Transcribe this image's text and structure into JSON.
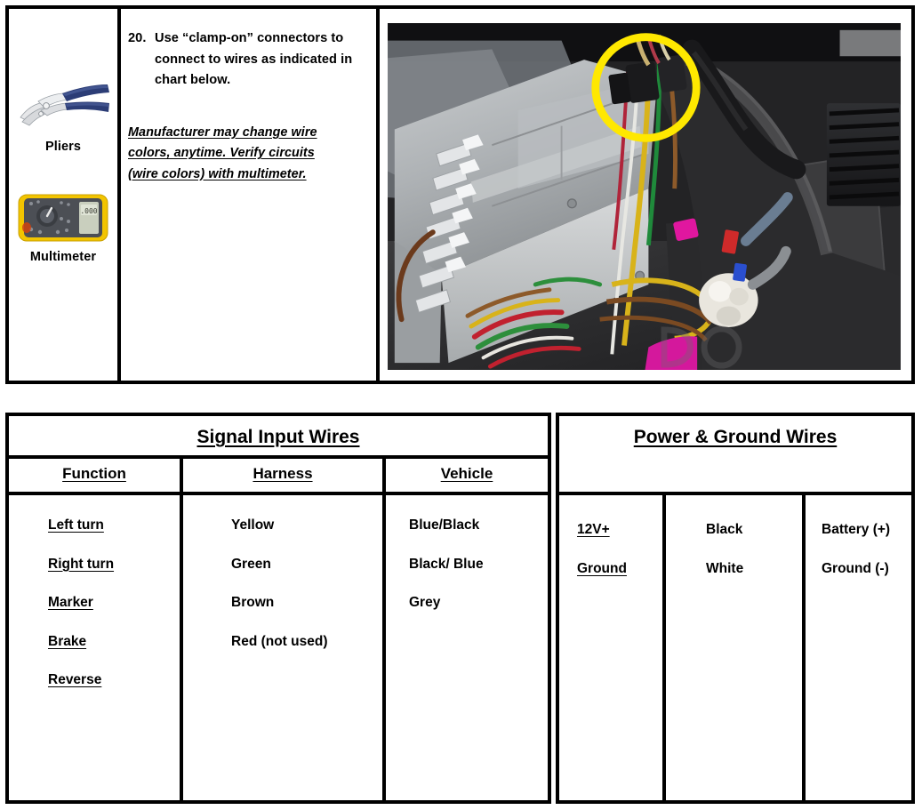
{
  "tools": {
    "pliers": {
      "caption": "Pliers",
      "icon": "pliers-image"
    },
    "multimeter": {
      "caption": "Multimeter",
      "icon": "multimeter-image"
    }
  },
  "instruction": {
    "number": "20.",
    "text": "Use “clamp-on” connectors to connect to wires as indicated in chart below.",
    "note_line1": "Manufacturer may change wire",
    "note_line2": "colors, anytime.  Verify circuits",
    "note_line3": "(wire colors) with multimeter."
  },
  "photo": {
    "name": "vehicle-wiring-harness-photo",
    "highlight_color": "#FFE800",
    "highlight_label": "clamp-on-connector-location"
  },
  "signal_table": {
    "title": "Signal Input Wires",
    "headers": [
      "Function",
      "Harness",
      "Vehicle"
    ],
    "function": [
      "Left turn",
      "Right turn",
      "Marker",
      "Brake",
      "Reverse"
    ],
    "harness": [
      "Yellow",
      "Green",
      "Brown",
      "Red (not used)"
    ],
    "vehicle": [
      "Blue/Black",
      "Black/ Blue",
      "Grey"
    ]
  },
  "power_table": {
    "title": "Power & Ground Wires",
    "labels": [
      "12V+",
      "Ground"
    ],
    "colors": [
      "Black",
      "White"
    ],
    "meanings": [
      "Battery (+)",
      "Ground (-)"
    ]
  }
}
